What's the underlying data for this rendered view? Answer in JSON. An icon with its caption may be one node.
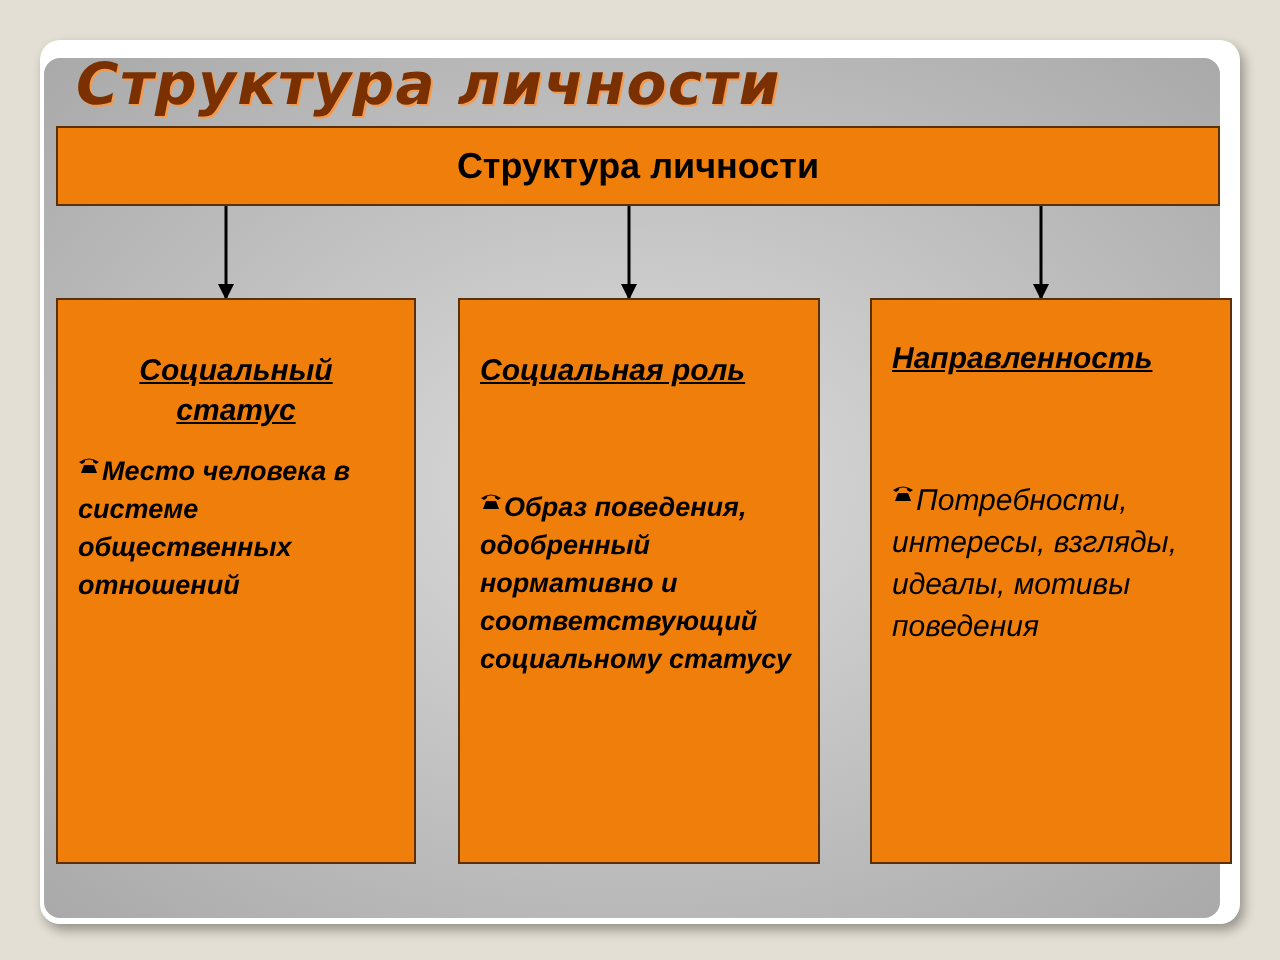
{
  "diagram": {
    "title": "Структура личности",
    "nodes": [
      {
        "text": [
          "Структура личности"
        ]
      },
      {
        "text": [
          "Социальный статус",
          "Место человека в системе общественных отношений"
        ]
      },
      {
        "text": [
          "Социальная роль",
          "Образ поведения, одобренный нормативно и соответствующий социальному статусу"
        ]
      },
      {
        "text": [
          "Направленность",
          "Потребности, интересы, взгляды, идеалы, мотивы поведения"
        ]
      }
    ],
    "edges": [
      {
        "from": 0,
        "to": 1,
        "arrow": "to"
      },
      {
        "from": 0,
        "to": 2,
        "arrow": "to"
      },
      {
        "from": 0,
        "to": 3,
        "arrow": "to"
      }
    ]
  }
}
